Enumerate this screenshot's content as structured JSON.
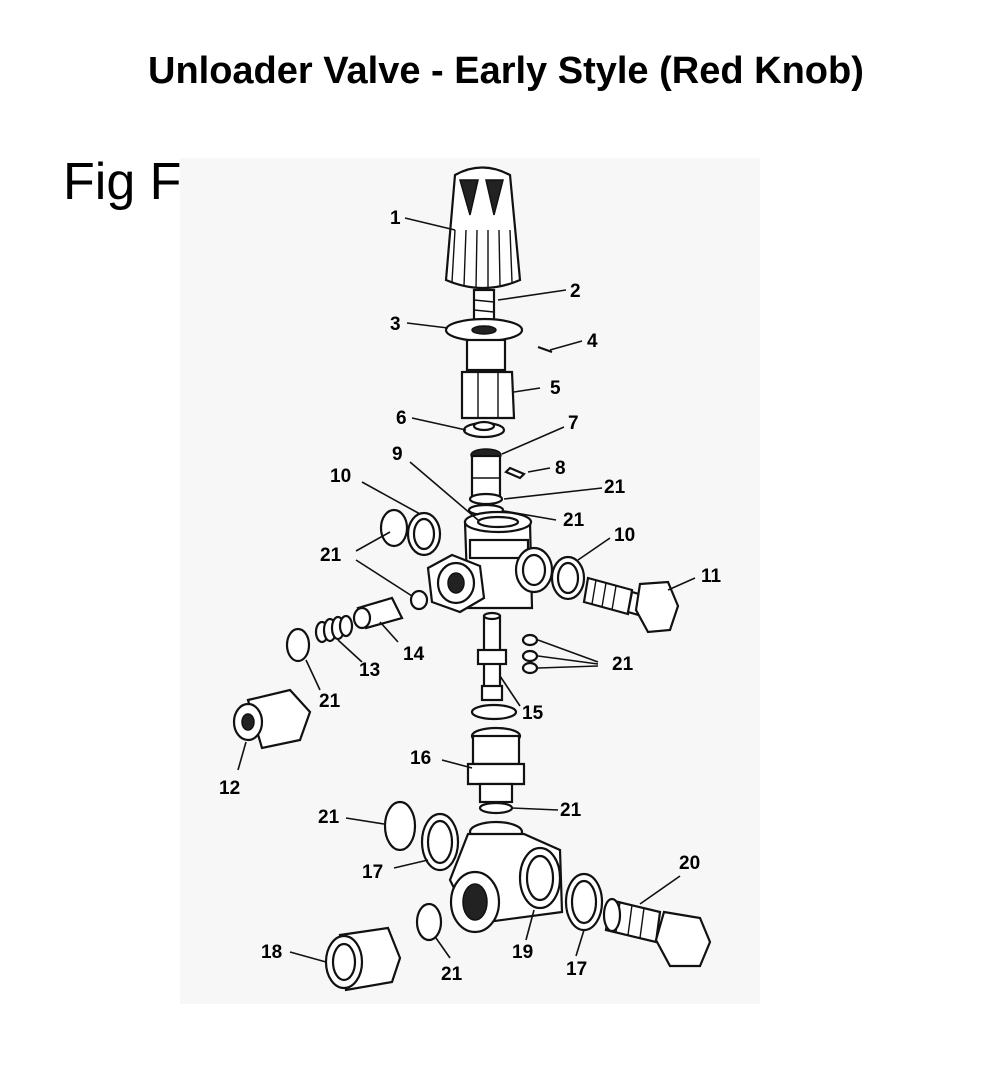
{
  "title": "Unloader Valve - Early Style (Red Knob)",
  "figure_label": "Fig F",
  "callouts": [
    "1",
    "2",
    "3",
    "4",
    "5",
    "6",
    "7",
    "8",
    "9",
    "10",
    "11",
    "12",
    "13",
    "14",
    "15",
    "16",
    "17",
    "18",
    "19",
    "20",
    "21"
  ],
  "colors": {
    "ink": "#111111",
    "background": "#ffffff",
    "drawing_panel": "#f7f7f7"
  }
}
